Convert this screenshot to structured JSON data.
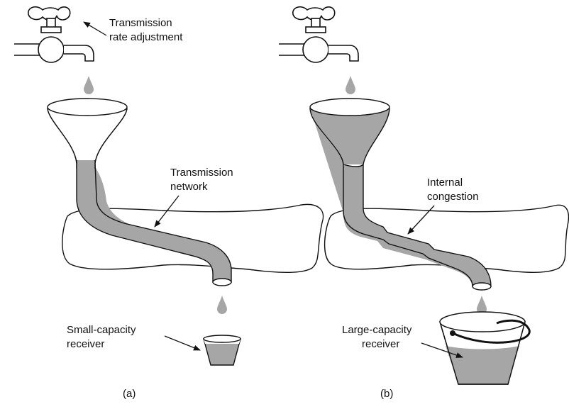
{
  "colors": {
    "water": "#a6a6a6",
    "line": "#111111",
    "paper": "#ffffff"
  },
  "panel_a": {
    "caption": "(a)",
    "label_faucet": [
      "Transmission",
      "rate adjustment"
    ],
    "label_network": [
      "Transmission",
      "network"
    ],
    "label_receiver": [
      "Small-capacity",
      "receiver"
    ]
  },
  "panel_b": {
    "caption": "(b)",
    "label_congestion": [
      "Internal",
      "congestion"
    ],
    "label_receiver": [
      "Large-capacity",
      "receiver"
    ]
  }
}
